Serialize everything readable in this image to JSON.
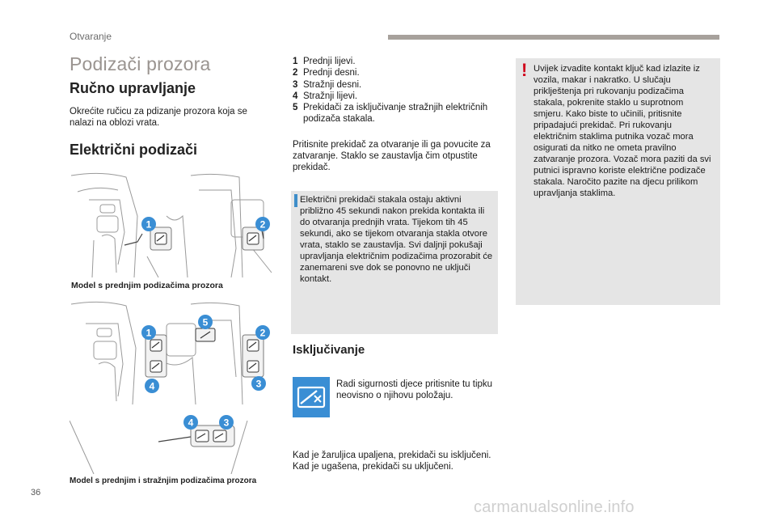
{
  "header": {
    "section_label": "Otvaranje",
    "page_title": "Podizači prozora"
  },
  "manual": {
    "heading": "Ručno upravljanje",
    "text": "Okrećite ručicu za pdizanje prozora koja se nalazi na oblozi vrata."
  },
  "electric": {
    "heading": "Električni podizači"
  },
  "figures": {
    "fig1_caption": "Model s prednjim podizačima prozora",
    "fig2_caption": "Model s prednjim i stražnjim podizačima prozora",
    "markers": [
      "1",
      "2",
      "5",
      "3",
      "4"
    ]
  },
  "switch_list": [
    {
      "num": "1",
      "text": "Prednji lijevi."
    },
    {
      "num": "2",
      "text": "Prednji desni."
    },
    {
      "num": "3",
      "text": "Stražnji desni."
    },
    {
      "num": "4",
      "text": "Stražnji lijevi."
    },
    {
      "num": "5",
      "text": "Prekidači za isključivanje stražnjih električnih podizača stakala."
    }
  ],
  "press_text": "Pritisnite prekidač za otvaranje ili ga povucite za zatvaranje. Staklo se zaustavlja čim otpustite prekidač.",
  "info_text": "Električni prekidači stakala ostaju aktivni približno 45 sekundi nakon prekida kontakta ili do otvaranja prednjih vrata. Tijekom tih 45 sekundi, ako se tijekom otvaranja stakla otvore vrata, staklo se zaustavlja. Svi daljnji pokušaji upravljanja električnim podizačima prozorabit će zanemareni sve dok se ponovno ne uključi kontakt.",
  "deactivation": {
    "heading": "Isključivanje",
    "text": "Radi sigurnosti djece pritisnite tu tipku neovisno o njihovu položaju.",
    "ignition_text": "Kad je žaruljica upaljena, prekidači su isključeni. Kad je ugašena, prekidači su uključeni."
  },
  "warning_text": "Uvijek izvadite kontakt ključ kad izlazite iz vozila, makar i nakratko. U slučaju priklještenja pri rukovanju podizačima stakala, pokrenite staklo u suprotnom smjeru. Kako biste to učinili, pritisnite pripadajući prekidač. Pri rukovanju električnim staklima putnika vozač mora osigurati da nitko ne ometa pravilno zatvaranje prozora. Vozač mora paziti da svi putnici ispravno koriste električne podizače stakala. Naročito pazite na djecu prilikom upravljanja staklima.",
  "footer": {
    "page_number": "36",
    "watermark": "carmanualsonline.info"
  },
  "colors": {
    "marker_blue": "#3a8ed4",
    "info_blue": "#3f8ec9",
    "warning_red": "#d0021b",
    "box_gray": "#e5e5e5",
    "bar_gray": "#a7a19c"
  }
}
